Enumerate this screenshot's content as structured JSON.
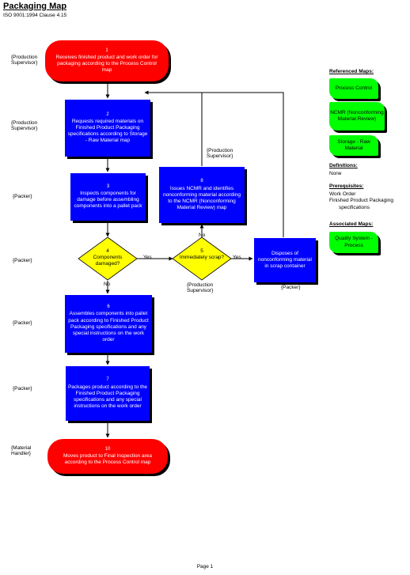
{
  "header": {
    "title": "Packaging Map",
    "subtitle": "ISO 9001:1994 Clause 4.15"
  },
  "roles": {
    "r1": [
      "{Production",
      "Supervisor}"
    ],
    "r2": [
      "{Production",
      "Supervisor}"
    ],
    "r3": "{Packer}",
    "r4": "{Packer}",
    "r5": "{Packer}",
    "r6": "{Packer}",
    "r7": [
      "{Material",
      "Handler}"
    ],
    "r8": [
      "{Production",
      "Supervisor}"
    ],
    "r9": [
      "{Production",
      "Supervisor}"
    ],
    "r10": "{Packer}"
  },
  "steps": {
    "s1": {
      "num": "1",
      "text": "Receives finished product and work order for packaging according to the Process Control map"
    },
    "s2": {
      "num": "2",
      "text": "Requests required materials on Finished Product Packaging specifications according to Storage - Raw Material map"
    },
    "s3": {
      "num": "3",
      "text": "Inspects components for damage before assembling components into a pallet pack"
    },
    "s4": {
      "num": "4",
      "text": "Components damaged?"
    },
    "s5": {
      "num": "5",
      "text": "Immediately scrap?"
    },
    "s6": {
      "num": "6",
      "text": "Assembles components into pallet pack according to Finished Product Packaging specifications and any special instructions on the work order"
    },
    "s7": {
      "num": "7",
      "text": "Packages product according to the Finished Product Packaging specifications and any special instructions on the work order"
    },
    "s8": {
      "num": "8",
      "text": "Issues NCMR and identifies nonconforming material according to the NCMR (Nonconforming Material Review) map"
    },
    "s9": {
      "num": "",
      "text": "Disposes of nonconforming material in scrap container"
    },
    "s10": {
      "num": "10",
      "text": "Moves product to Final Inspection area according to the Process Control map"
    }
  },
  "flow_labels": {
    "yes1": "Yes",
    "yes2": "Yes",
    "no1": "No",
    "no2": "No"
  },
  "sidebar": {
    "referenced_heading": "Referenced Maps:",
    "referenced_maps": [
      "Process Control",
      "NCMR (Nonconforming Material Review)",
      "Storage - Raw Material"
    ],
    "definitions_heading": "Definitions:",
    "definitions": "None",
    "prereq_heading": "Prerequisites:",
    "prereq_lines": [
      "Work Order",
      "Finished Product Packaging",
      "specifications"
    ],
    "associated_heading": "Associated Maps:",
    "associated_maps": [
      "Quality System - Process"
    ]
  },
  "footer": {
    "page": "Page 1"
  },
  "colors": {
    "process": "#0000ff",
    "terminal": "#ff0000",
    "decision": "#ffff00",
    "map_ref": "#00ff00"
  }
}
